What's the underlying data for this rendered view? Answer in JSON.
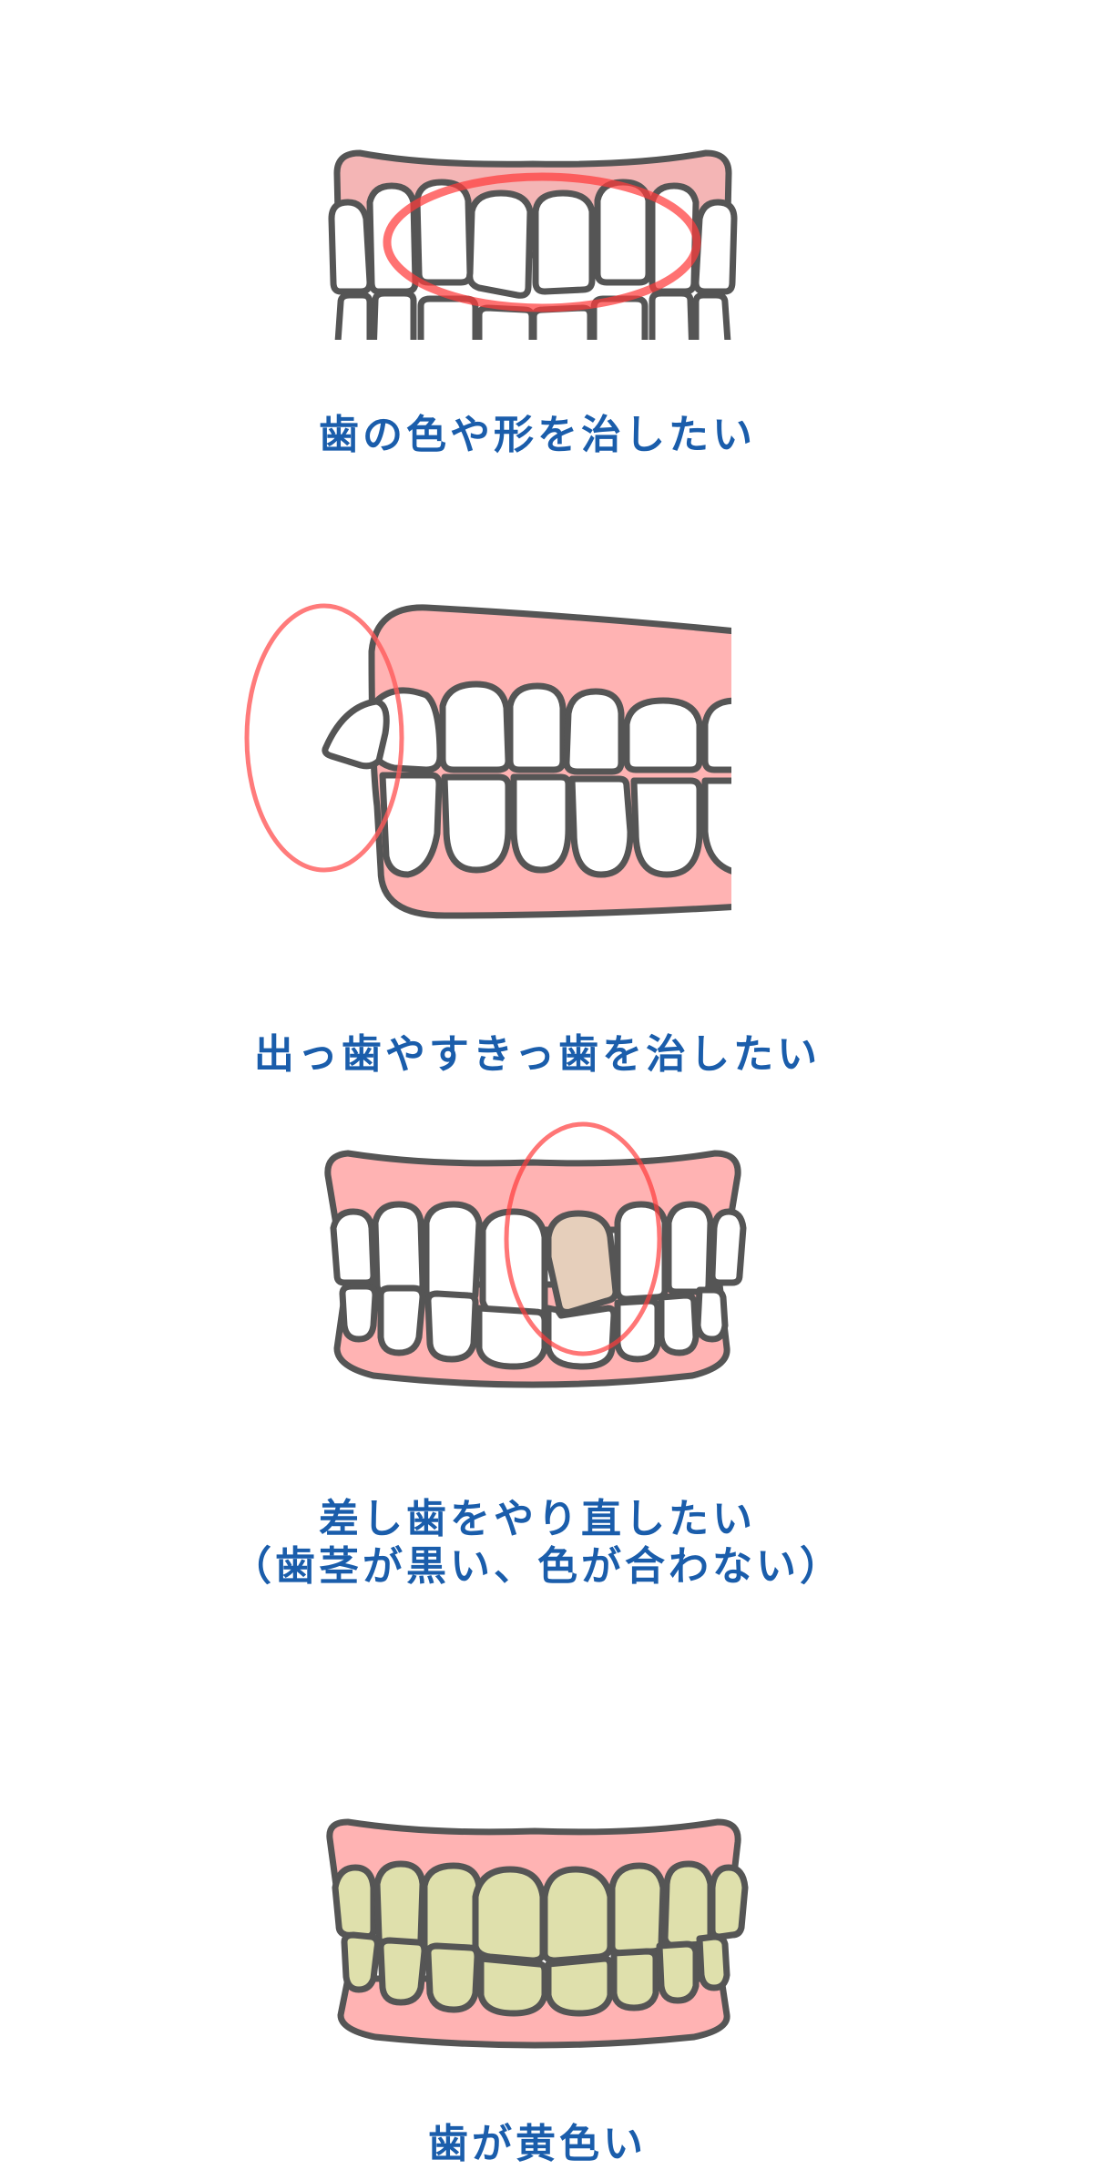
{
  "colors": {
    "gum": "#ffb3b3",
    "gum_muted": "#f4b5b5",
    "outline": "#555555",
    "highlight_ellipse": "#ff5a5a",
    "tooth_white": "#ffffff",
    "tooth_discolored": "#e6cfbb",
    "tooth_yellow": "#dfe0ac",
    "caption_text": "#1a5dab"
  },
  "sections": [
    {
      "illustration": "front-teeth-shape-color",
      "caption_lines": [
        "歯の色や形を治したい"
      ]
    },
    {
      "illustration": "side-view-protruding-tooth",
      "caption_lines": [
        "出っ歯やすきっ歯を治したい"
      ]
    },
    {
      "illustration": "front-teeth-discolored-crown",
      "caption_lines": [
        "差し歯をやり直したい",
        "（歯茎が黒い、色が合わない）"
      ]
    },
    {
      "illustration": "front-teeth-yellow",
      "caption_lines": [
        "歯が黄色い"
      ]
    }
  ]
}
